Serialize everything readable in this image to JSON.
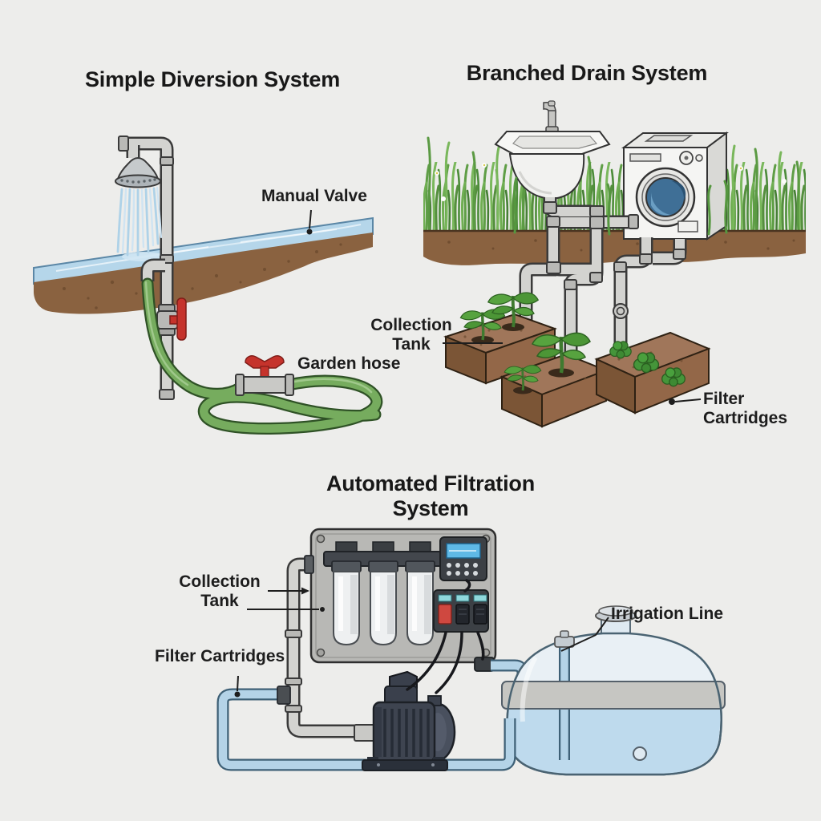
{
  "colors": {
    "background": "#ededeb",
    "text": "#1d1d1d",
    "pipe_gray": "#d3d3d0",
    "pipe_blue": "#b4d3e7",
    "hose_green": "#76ac5e",
    "valve_red": "#c5332c",
    "grass_green": "#5f9e46",
    "soil_brown": "#8a6240",
    "stream_blue": "#b5d6ea",
    "tank_water": "#bedaed",
    "screen_blue": "#5fb9e6"
  },
  "sections": {
    "simple_diversion": {
      "title": "Simple Diversion System",
      "labels": {
        "manual_valve": "Manual Valve",
        "garden_hose": "Garden hose"
      }
    },
    "branched_drain": {
      "title": "Branched Drain System",
      "labels": {
        "collection_tank": "Collection Tank",
        "filter_cartridges": "Filter Cartridges"
      }
    },
    "automated_filtration": {
      "title": "Automated Filtration System",
      "labels": {
        "collection_tank": "Collection Tank",
        "filter_cartridges": "Filter Cartridges",
        "irrigation_line": "Irrigation Line"
      }
    }
  }
}
